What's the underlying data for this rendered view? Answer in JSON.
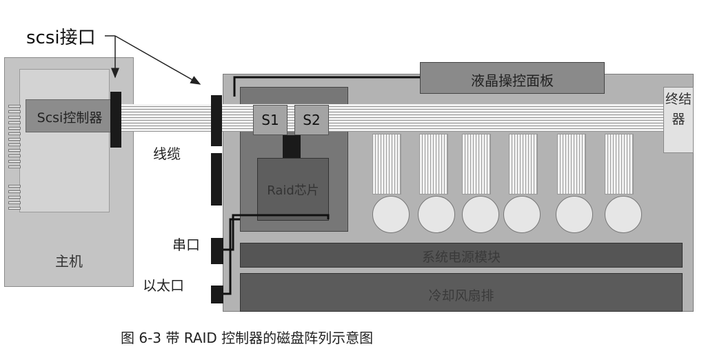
{
  "host": {
    "controller_label": "Scsi控制器",
    "label": "主机"
  },
  "labels": {
    "scsi_interface": "scsi接口",
    "cable": "线缆",
    "serial_port": "串口",
    "ethernet_port": "以太口"
  },
  "storage": {
    "s1": "S1",
    "s2": "S2",
    "raid_chip": "Raid芯片",
    "lcd_panel": "液晶操控面板",
    "terminator": "终结器",
    "power_supply": "系统电源模块",
    "cooling_fans": "冷却风扇排"
  },
  "caption": "图 6-3   带 RAID 控制器的磁盘阵列示意图",
  "colors": {
    "host_bg": "#c4c4c4",
    "storage_bg": "#b3b3b3",
    "raid_box": "#777777",
    "connector": "#1a1a1a"
  }
}
